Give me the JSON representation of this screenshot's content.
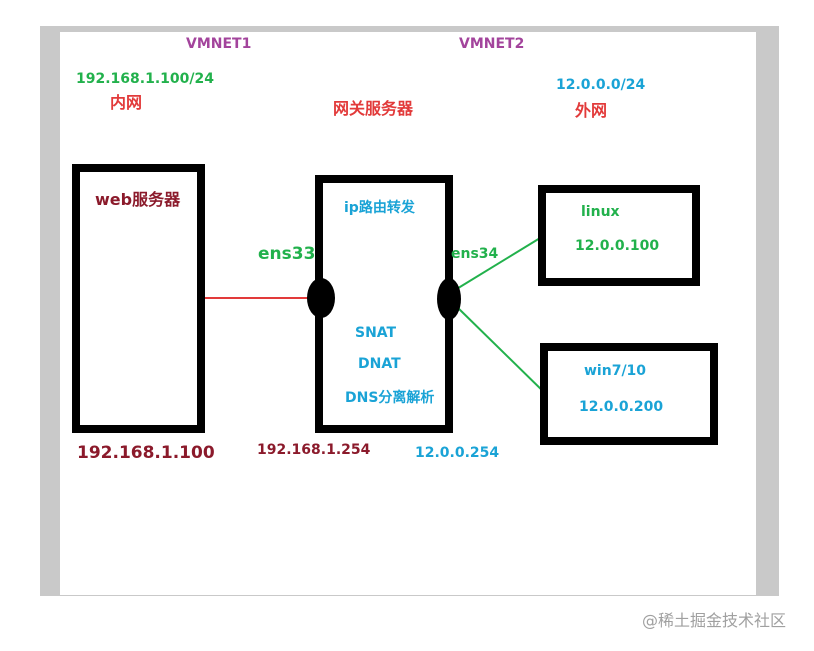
{
  "colors": {
    "purple": "#a3449c",
    "green": "#22b14c",
    "red": "#e23a3a",
    "darkred": "#8b1a2b",
    "cyan": "#1aa3d6",
    "black": "#000000"
  },
  "labels": {
    "vmnet1": "VMNET1",
    "vmnet2": "VMNET2",
    "inner_ip": "192.168.1.100/24",
    "inner_net": "内网",
    "gateway_server": "网关服务器",
    "outer_ip": "12.0.0.0/24",
    "outer_net": "外网",
    "web_server": "web服务器",
    "web_ip": "192.168.1.100",
    "ens33": "ens33",
    "ens34": "ens34",
    "gw_inner_ip": "192.168.1.254",
    "gw_outer_ip": "12.0.0.254",
    "ip_forward": "ip路由转发",
    "snat": "SNAT",
    "dnat": "DNAT",
    "dns": "DNS分离解析",
    "linux": "linux",
    "linux_ip": "12.0.0.100",
    "win": "win7/10",
    "win_ip": "12.0.0.200",
    "watermark": "@稀土掘金技术社区"
  }
}
